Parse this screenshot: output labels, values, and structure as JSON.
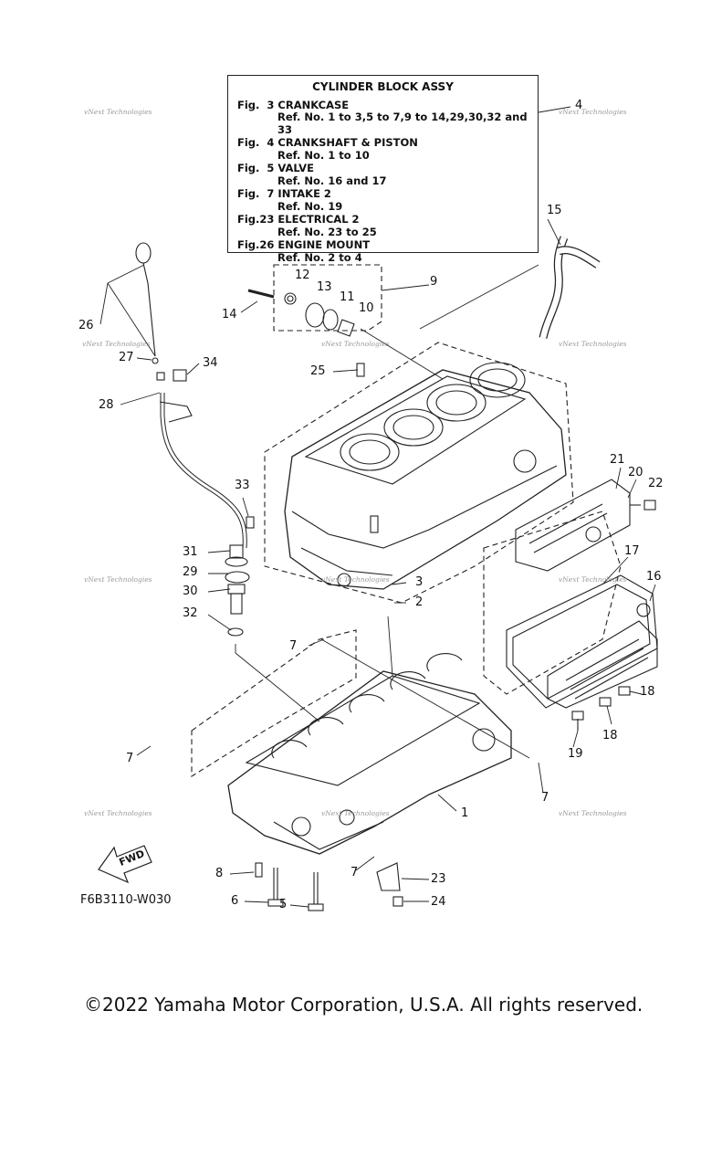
{
  "legend": {
    "title": "CYLINDER BLOCK ASSY",
    "entries": [
      {
        "fig": "Fig.  3 CRANKCASE",
        "ref": "Ref. No. 1 to 3,5 to 7,9 to 14,29,30,32 and 33"
      },
      {
        "fig": "Fig.  4 CRANKSHAFT & PISTON",
        "ref": "Ref. No. 1 to 10"
      },
      {
        "fig": "Fig.  5 VALVE",
        "ref": "Ref. No. 16 and 17"
      },
      {
        "fig": "Fig.  7 INTAKE 2",
        "ref": "Ref. No. 19"
      },
      {
        "fig": "Fig.23 ELECTRICAL 2",
        "ref": "Ref. No. 23 to 25"
      },
      {
        "fig": "Fig.26 ENGINE MOUNT",
        "ref": "Ref. No. 2 to 4"
      }
    ]
  },
  "callouts": [
    "1",
    "2",
    "3",
    "4",
    "5",
    "6",
    "7",
    "7",
    "7",
    "7",
    "8",
    "9",
    "10",
    "11",
    "12",
    "13",
    "14",
    "15",
    "16",
    "17",
    "18",
    "18",
    "19",
    "20",
    "21",
    "22",
    "23",
    "24",
    "25",
    "26",
    "27",
    "28",
    "29",
    "30",
    "31",
    "32",
    "33",
    "34"
  ],
  "fwd_label": "FWD",
  "diagram_code": "F6B3110-W030",
  "watermark": "vNext Technologies",
  "copyright": "©2022 Yamaha Motor Corporation, U.S.A. All rights reserved."
}
